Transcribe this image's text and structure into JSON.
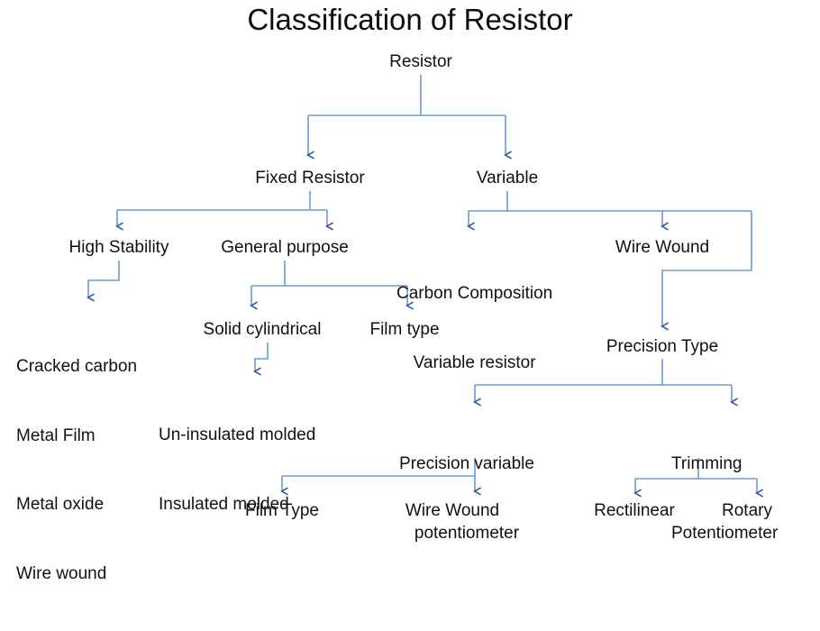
{
  "title": "Classification of Resistor",
  "colors": {
    "line": "#6B9BD2",
    "arrow": "#2E5B9E",
    "text": "#111111",
    "background": "#FFFFFF"
  },
  "chart_data": {
    "type": "diagram",
    "title": "Classification of Resistor",
    "layout": "top-down tree",
    "nodes": [
      {
        "id": "resistor",
        "label": "Resistor",
        "level": 0
      },
      {
        "id": "fixed",
        "label": "Fixed Resistor",
        "level": 1
      },
      {
        "id": "variable",
        "label": "Variable",
        "level": 1
      },
      {
        "id": "high-stability",
        "label": "High Stability",
        "level": 2
      },
      {
        "id": "general-purpose",
        "label": "General purpose",
        "level": 2
      },
      {
        "id": "carbon-composition",
        "label": "Carbon Composition\nVariable resistor",
        "level": 2
      },
      {
        "id": "wire-wound",
        "label": "Wire Wound",
        "level": 2
      },
      {
        "id": "high-stability-list",
        "label": "Cracked carbon\nMetal Film\nMetal oxide\nWire wound",
        "level": 3
      },
      {
        "id": "solid-cylindrical",
        "label": "Solid cylindrical",
        "level": 3
      },
      {
        "id": "film-type",
        "label": "Film type",
        "level": 3
      },
      {
        "id": "molded-list",
        "label": "Un-insulated molded\nInsulated molded",
        "level": 4
      },
      {
        "id": "precision-type",
        "label": "Precision Type",
        "level": 3
      },
      {
        "id": "precision-variable-potentiometer",
        "label": "Precision variable\npotentiometer",
        "level": 4
      },
      {
        "id": "trimming-potentiometer",
        "label": "Trimming\nPotentiometer",
        "level": 4
      },
      {
        "id": "film-type-2",
        "label": "Film Type",
        "level": 5
      },
      {
        "id": "wire-wound-2",
        "label": "Wire Wound",
        "level": 5
      },
      {
        "id": "rectilinear",
        "label": "Rectilinear",
        "level": 5
      },
      {
        "id": "rotary",
        "label": "Rotary",
        "level": 5
      }
    ],
    "edges": [
      {
        "from": "resistor",
        "to": "fixed"
      },
      {
        "from": "resistor",
        "to": "variable"
      },
      {
        "from": "fixed",
        "to": "high-stability"
      },
      {
        "from": "fixed",
        "to": "general-purpose"
      },
      {
        "from": "variable",
        "to": "carbon-composition"
      },
      {
        "from": "variable",
        "to": "wire-wound"
      },
      {
        "from": "high-stability",
        "to": "high-stability-list"
      },
      {
        "from": "general-purpose",
        "to": "solid-cylindrical"
      },
      {
        "from": "general-purpose",
        "to": "film-type"
      },
      {
        "from": "solid-cylindrical",
        "to": "molded-list"
      },
      {
        "from": "wire-wound",
        "to": "precision-type"
      },
      {
        "from": "precision-type",
        "to": "precision-variable-potentiometer"
      },
      {
        "from": "precision-type",
        "to": "trimming-potentiometer"
      },
      {
        "from": "precision-variable-potentiometer",
        "to": "film-type-2"
      },
      {
        "from": "precision-variable-potentiometer",
        "to": "wire-wound-2"
      },
      {
        "from": "trimming-potentiometer",
        "to": "rectilinear"
      },
      {
        "from": "trimming-potentiometer",
        "to": "rotary"
      }
    ]
  },
  "nodes": {
    "resistor": "Resistor",
    "fixed_resistor": "Fixed Resistor",
    "variable": "Variable",
    "high_stability": "High Stability",
    "general_purpose": "General purpose",
    "carbon_composition_line1": "Carbon Composition",
    "carbon_composition_line2": "Variable resistor",
    "wire_wound": "Wire Wound",
    "cracked_carbon": "Cracked carbon",
    "metal_film": "Metal Film",
    "metal_oxide": "Metal oxide",
    "wire_wound_list": "Wire wound",
    "solid_cylindrical": "Solid cylindrical",
    "film_type": "Film type",
    "un_insulated_molded": "Un-insulated molded",
    "insulated_molded": "Insulated molded",
    "precision_type": "Precision Type",
    "precision_variable_line1": "Precision variable",
    "precision_variable_line2": "potentiometer",
    "trimming_line1": "Trimming",
    "trimming_line2": "Potentiometer",
    "film_type_2": "Film Type",
    "wire_wound_2": "Wire Wound",
    "rectilinear": "Rectilinear",
    "rotary": "Rotary"
  }
}
